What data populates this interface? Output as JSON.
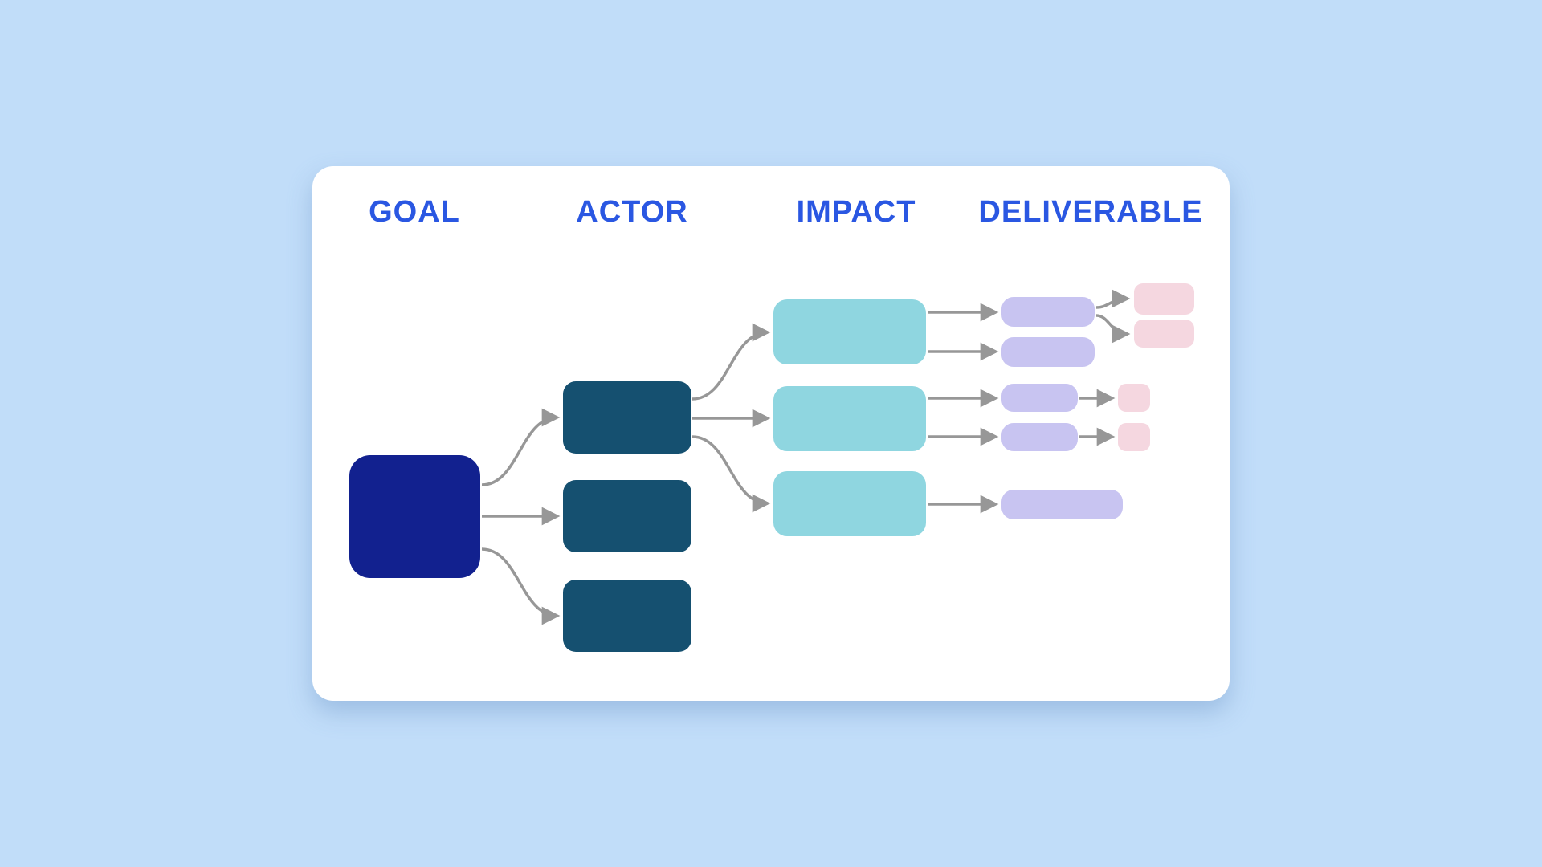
{
  "headers": [
    {
      "id": "goal",
      "label": "GOAL"
    },
    {
      "id": "actor",
      "label": "ACTOR"
    },
    {
      "id": "impact",
      "label": "IMPACT"
    },
    {
      "id": "deliverable",
      "label": "DELIVERABLE"
    }
  ],
  "colors": {
    "background": "#C1DDF9",
    "card": "#FFFFFF",
    "header_text": "#2A57E2",
    "goal_node": "#12218F",
    "actor_node": "#155070",
    "impact_node": "#8FD6E0",
    "deliverable_node": "#C8C4F1",
    "sub_deliverable_node": "#F5D7E0",
    "arrow": "#979797"
  },
  "diagram": {
    "nodes": [
      {
        "id": "goal-1",
        "type": "goal"
      },
      {
        "id": "actor-1",
        "type": "actor"
      },
      {
        "id": "actor-2",
        "type": "actor"
      },
      {
        "id": "actor-3",
        "type": "actor"
      },
      {
        "id": "impact-1",
        "type": "impact"
      },
      {
        "id": "impact-2",
        "type": "impact"
      },
      {
        "id": "impact-3",
        "type": "impact"
      },
      {
        "id": "deliverable-1",
        "type": "deliverable"
      },
      {
        "id": "deliverable-2",
        "type": "deliverable"
      },
      {
        "id": "deliverable-3",
        "type": "deliverable"
      },
      {
        "id": "deliverable-4",
        "type": "deliverable"
      },
      {
        "id": "deliverable-5",
        "type": "deliverable"
      },
      {
        "id": "sub-deliverable-1",
        "type": "sub-deliverable"
      },
      {
        "id": "sub-deliverable-2",
        "type": "sub-deliverable"
      },
      {
        "id": "sub-deliverable-3",
        "type": "sub-deliverable"
      },
      {
        "id": "sub-deliverable-4",
        "type": "sub-deliverable"
      }
    ],
    "edges": [
      [
        "goal-1",
        "actor-1"
      ],
      [
        "goal-1",
        "actor-2"
      ],
      [
        "goal-1",
        "actor-3"
      ],
      [
        "actor-1",
        "impact-1"
      ],
      [
        "actor-1",
        "impact-2"
      ],
      [
        "actor-1",
        "impact-3"
      ],
      [
        "impact-1",
        "deliverable-1"
      ],
      [
        "impact-1",
        "deliverable-2"
      ],
      [
        "impact-2",
        "deliverable-3"
      ],
      [
        "impact-2",
        "deliverable-4"
      ],
      [
        "impact-3",
        "deliverable-5"
      ],
      [
        "deliverable-1",
        "sub-deliverable-1"
      ],
      [
        "deliverable-1",
        "sub-deliverable-2"
      ],
      [
        "deliverable-3",
        "sub-deliverable-3"
      ],
      [
        "deliverable-4",
        "sub-deliverable-4"
      ]
    ]
  }
}
